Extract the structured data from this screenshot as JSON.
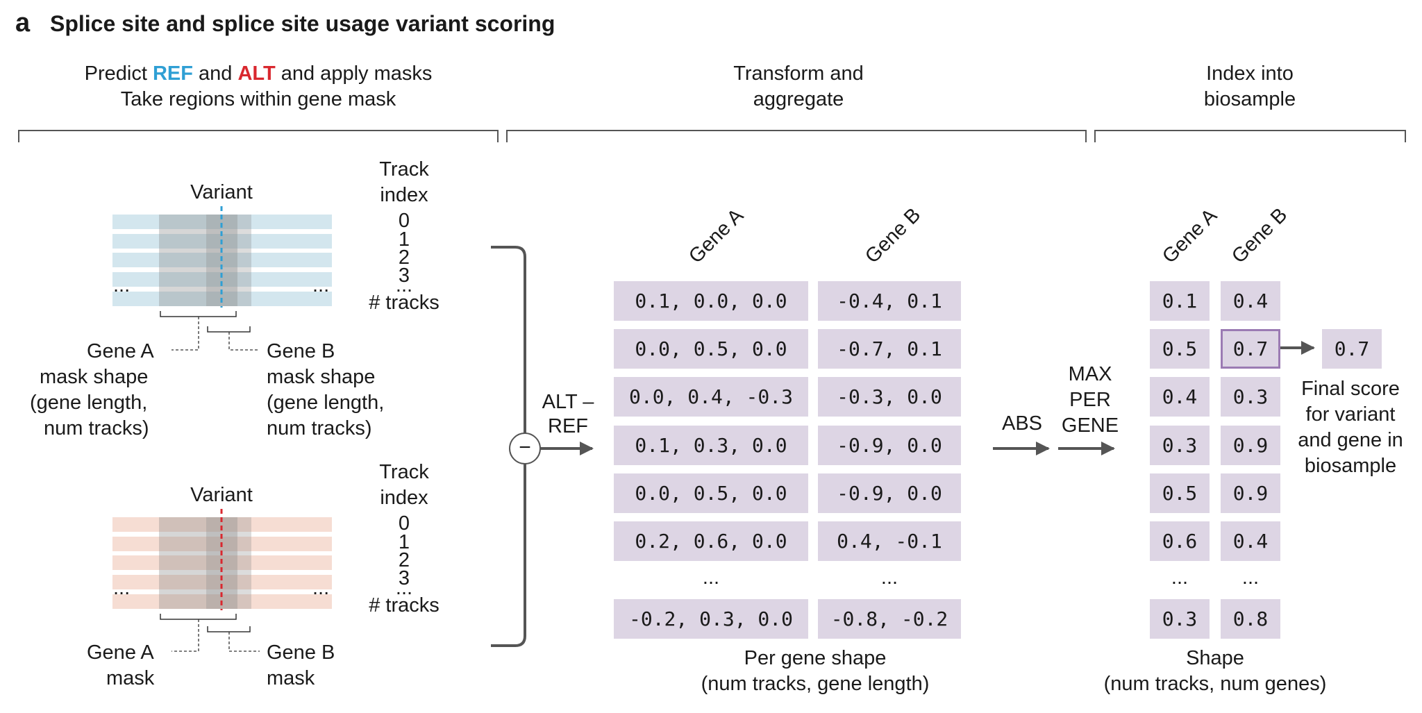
{
  "panel_letter": "a",
  "title": "Splice site and splice site usage variant scoring",
  "sections": {
    "predict": {
      "prefix": "Predict ",
      "ref": "REF",
      "mid": " and ",
      "alt": "ALT",
      "suffix": " and apply masks",
      "line2": "Take regions within gene mask"
    },
    "transform": {
      "line1": "Transform and",
      "line2": "aggregate"
    },
    "index": {
      "line1": "Index into",
      "line2": "biosample"
    }
  },
  "ref_panel": {
    "variant_label": "Variant",
    "track_index_l1": "Track",
    "track_index_l2": "index",
    "tracks": [
      "0",
      "1",
      "2",
      "3",
      "...",
      "# tracks"
    ],
    "left_dots": "...",
    "right_dots": "...",
    "gene_a": [
      "Gene A",
      "mask shape",
      "(gene length,",
      "num tracks)"
    ],
    "gene_b": [
      "Gene B",
      "mask shape",
      "(gene length,",
      "num tracks)"
    ]
  },
  "alt_panel": {
    "variant_label": "Variant",
    "track_index_l1": "Track",
    "track_index_l2": "index",
    "tracks": [
      "0",
      "1",
      "2",
      "3",
      "...",
      "# tracks"
    ],
    "left_dots": "...",
    "right_dots": "...",
    "gene_a": [
      "Gene A",
      "mask"
    ],
    "gene_b": [
      "Gene B",
      "mask"
    ]
  },
  "minus_symbol": "−",
  "alt_ref_l1": "ALT –",
  "alt_ref_l2": "REF",
  "abs_label": "ABS",
  "max_l1": "MAX",
  "max_l2": "PER",
  "max_l3": "GENE",
  "gene_a_header": "Gene A",
  "gene_b_header": "Gene B",
  "per_gene": {
    "gene_a": [
      "0.1, 0.0, 0.0",
      "0.0, 0.5, 0.0",
      "0.0, 0.4, -0.3",
      "0.1, 0.3, 0.0",
      "0.0, 0.5, 0.0",
      "0.2, 0.6, 0.0",
      "...",
      "-0.2, 0.3, 0.0"
    ],
    "gene_b": [
      "-0.4, 0.1",
      "-0.7, 0.1",
      "-0.3, 0.0",
      "-0.9, 0.0",
      "-0.9, 0.0",
      "0.4, -0.1",
      "...",
      "-0.8, -0.2"
    ]
  },
  "per_gene_caption_l1": "Per gene shape",
  "per_gene_caption_l2": "(num tracks, gene length)",
  "scores": {
    "gene_a": [
      "0.1",
      "0.5",
      "0.4",
      "0.3",
      "0.5",
      "0.6",
      "...",
      "0.3"
    ],
    "gene_b": [
      "0.4",
      "0.7",
      "0.3",
      "0.9",
      "0.9",
      "0.4",
      "...",
      "0.8"
    ]
  },
  "final_value": "0.7",
  "final_caption": [
    "Final score",
    "for variant",
    "and gene in",
    "biosample"
  ],
  "shape_caption_l1": "Shape",
  "shape_caption_l2": "(num tracks, num genes)",
  "colors": {
    "ref_blue": "#2f9fd4",
    "alt_red": "#d9282f",
    "cell": "#ddd5e4",
    "highlight": "#9b7bb3",
    "ref_track": "#d3e6ee",
    "alt_track": "#f6ddd3",
    "arrow": "#555555"
  }
}
